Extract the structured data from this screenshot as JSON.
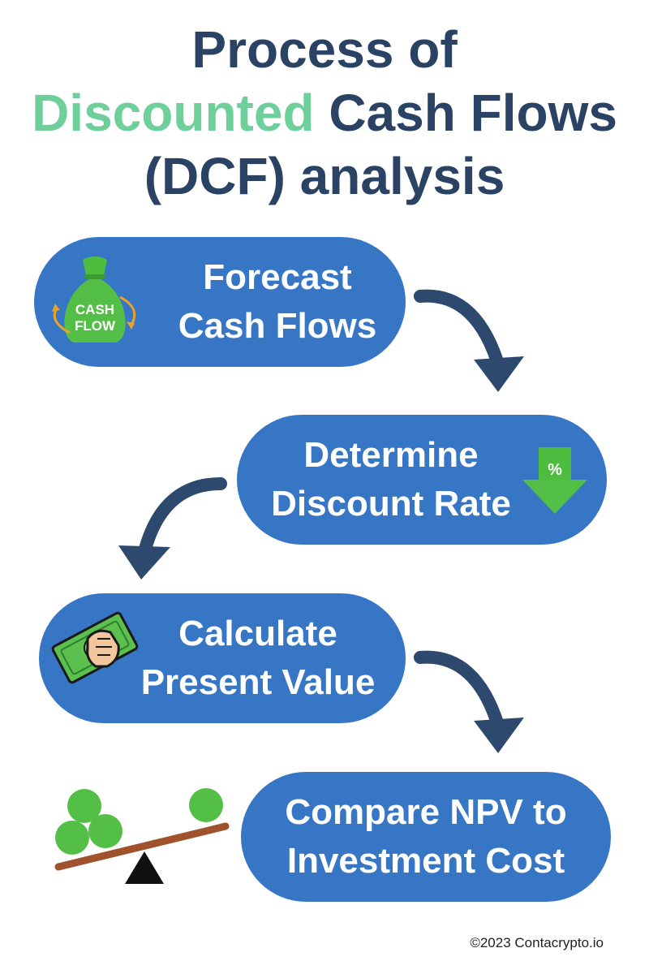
{
  "title": {
    "line1": "Process of",
    "accent": "Discounted",
    "line2_rest": " Cash Flows",
    "line3": "(DCF) analysis"
  },
  "steps": [
    {
      "line1": "Forecast",
      "line2": "Cash Flows",
      "icon": "cash-flow-bag-icon",
      "icon_text_1": "CASH",
      "icon_text_2": "FLOW"
    },
    {
      "line1": "Determine",
      "line2": "Discount Rate",
      "icon": "percent-down-arrow-icon",
      "icon_text_1": "%"
    },
    {
      "line1": "Calculate",
      "line2": "Present Value",
      "icon": "hand-holding-money-icon",
      "icon_text_1": "$"
    },
    {
      "line1": "Compare NPV to",
      "line2": "Investment Cost",
      "icon": "balance-scale-icon"
    }
  ],
  "colors": {
    "title": "#2a4263",
    "accent": "#6fcf9b",
    "pill": "#3676c4",
    "arrow": "#2d4a6e",
    "green": "#54bf47"
  },
  "footer": "©2023 Contacrypto.io"
}
